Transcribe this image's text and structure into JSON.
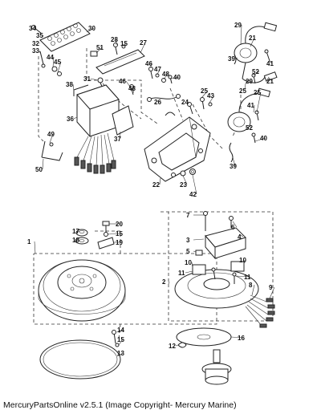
{
  "footer": {
    "caption": "MercuryPartsOnline v2.5.1 (Image Copyright- Mercury Marine)"
  },
  "callouts": [
    {
      "label": "34"
    },
    {
      "label": "35"
    },
    {
      "label": "32"
    },
    {
      "label": "30"
    },
    {
      "label": "33"
    },
    {
      "label": "44"
    },
    {
      "label": "45"
    },
    {
      "label": "51"
    },
    {
      "label": "28"
    },
    {
      "label": "15"
    },
    {
      "label": "27"
    },
    {
      "label": "31"
    },
    {
      "label": "46"
    },
    {
      "label": "47"
    },
    {
      "label": "48"
    },
    {
      "label": "40"
    },
    {
      "label": "46"
    },
    {
      "label": "48"
    },
    {
      "label": "26"
    },
    {
      "label": "38"
    },
    {
      "label": "36"
    },
    {
      "label": "37"
    },
    {
      "label": "49"
    },
    {
      "label": "50"
    },
    {
      "label": "24"
    },
    {
      "label": "25"
    },
    {
      "label": "43"
    },
    {
      "label": "22"
    },
    {
      "label": "23"
    },
    {
      "label": "42"
    },
    {
      "label": "29"
    },
    {
      "label": "21"
    },
    {
      "label": "39"
    },
    {
      "label": "52"
    },
    {
      "label": "41"
    },
    {
      "label": "25"
    },
    {
      "label": "29"
    },
    {
      "label": "21"
    },
    {
      "label": "41"
    },
    {
      "label": "25"
    },
    {
      "label": "52"
    },
    {
      "label": "40"
    },
    {
      "label": "39"
    },
    {
      "label": "17"
    },
    {
      "label": "18"
    },
    {
      "label": "20"
    },
    {
      "label": "15"
    },
    {
      "label": "19"
    },
    {
      "label": "1"
    },
    {
      "label": "7"
    },
    {
      "label": "6"
    },
    {
      "label": "3"
    },
    {
      "label": "4"
    },
    {
      "label": "5"
    },
    {
      "label": "10"
    },
    {
      "label": "10"
    },
    {
      "label": "11"
    },
    {
      "label": "11"
    },
    {
      "label": "2"
    },
    {
      "label": "8"
    },
    {
      "label": "9"
    },
    {
      "label": "14"
    },
    {
      "label": "15"
    },
    {
      "label": "13"
    },
    {
      "label": "12"
    },
    {
      "label": "16"
    }
  ]
}
